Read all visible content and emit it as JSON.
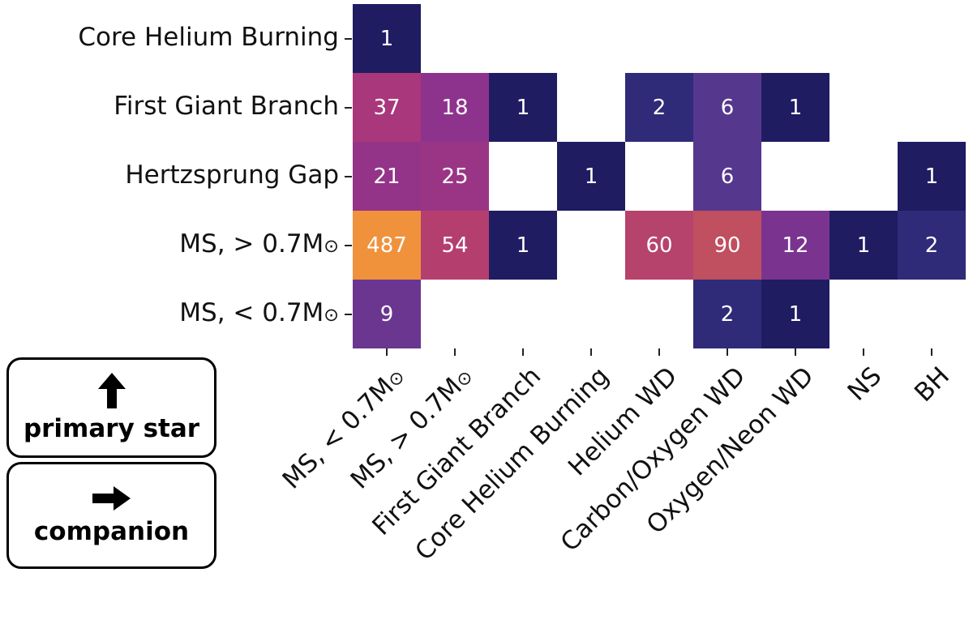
{
  "figure": {
    "background": "#ffffff"
  },
  "chart_data": {
    "type": "heatmap",
    "title": "",
    "xlabel": "companion",
    "ylabel": "primary star",
    "rows": [
      "Core Helium Burning",
      "First Giant Branch",
      "Hertzsprung Gap",
      "MS,  > 0.7M⊙",
      "MS,  < 0.7M⊙"
    ],
    "columns": [
      "MS, < 0.7M⊙",
      "MS, > 0.7M⊙",
      "First Giant Branch",
      "Core Helium Burning",
      "Helium WD",
      "Carbon/Oxygen WD",
      "Oxygen/Neon WD",
      "NS",
      "BH"
    ],
    "values": [
      [
        1,
        null,
        null,
        null,
        null,
        null,
        null,
        null,
        null
      ],
      [
        37,
        18,
        1,
        null,
        2,
        6,
        1,
        null,
        null
      ],
      [
        21,
        25,
        null,
        1,
        null,
        6,
        null,
        null,
        1
      ],
      [
        487,
        54,
        1,
        null,
        60,
        90,
        12,
        1,
        2
      ],
      [
        9,
        null,
        null,
        null,
        null,
        2,
        1,
        null,
        null
      ]
    ],
    "cell_value_color": "#ffffff",
    "empty_color": "#ffffff",
    "colormap": {
      "name": "plasma-like",
      "scale": "log",
      "vmin": 1,
      "vmax": 487,
      "stops": [
        [
          0.0,
          "#1f1c62"
        ],
        [
          0.15,
          "#35307f"
        ],
        [
          0.3,
          "#58378f"
        ],
        [
          0.45,
          "#8a3390"
        ],
        [
          0.6,
          "#ad3778"
        ],
        [
          0.75,
          "#c4535a"
        ],
        [
          0.9,
          "#e07b46"
        ],
        [
          1.0,
          "#f0923c"
        ]
      ]
    },
    "grid": "off",
    "legend_position": "bottom-left"
  },
  "legend": {
    "primary": {
      "icon": "up-arrow",
      "label": "primary star"
    },
    "companion": {
      "icon": "right-arrow",
      "label": "companion"
    }
  }
}
